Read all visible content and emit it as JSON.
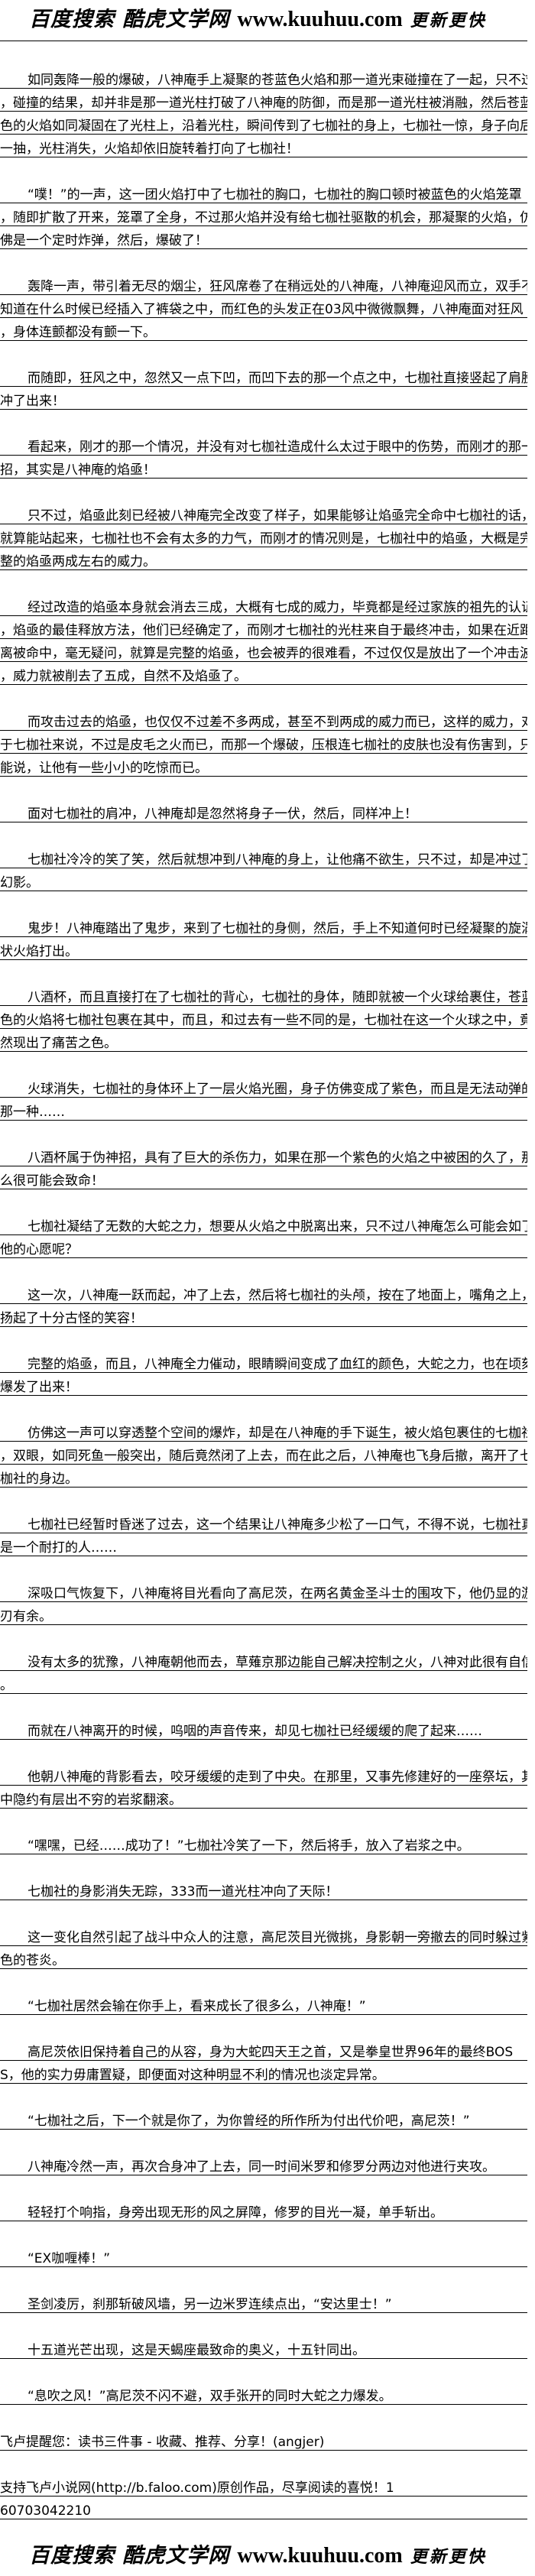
{
  "banner": {
    "site_name": "百度搜索 酷虎文学网",
    "url": "www.kuuhuu.com",
    "slogan": "更新更快"
  },
  "paragraphs": [
    {
      "indent": true,
      "lines": [
        "如同轰降一般的爆破，八神庵手上凝聚的苍蓝色火焰和那一道光束碰撞在了一起，只不过",
        "，碰撞的结果，却并非是那一道光柱打破了八神庵的防御，而是那一道光柱被消融，然后苍蓝",
        "色的火焰如同凝固在了光柱上，沿着光柱，瞬间传到了七枷社的身上，七枷社一惊，身子向后",
        "一抽，光柱消失，火焰却依旧旋转着打向了七枷社！"
      ]
    },
    {
      "indent": true,
      "lines": [
        "“噗！”的一声，这一团火焰打中了七枷社的胸口，七枷社的胸口顿时被蓝色的火焰笼罩",
        "，随即扩散了开来，笼罩了全身，不过那火焰并没有给七枷社驱散的机会，那凝聚的火焰，仿",
        "佛是一个定时炸弹，然后，爆破了！"
      ]
    },
    {
      "indent": true,
      "lines": [
        "轰降一声，带引着无尽的烟尘，狂风席卷了在稍远处的八神庵，八神庵迎风而立，双手不",
        "知道在什么时候已经插入了裤袋之中，而红色的头发正在03风中微微飘舞，八神庵面对狂风",
        "，身体连颤都没有颤一下。"
      ]
    },
    {
      "indent": true,
      "lines": [
        "而随即，狂风之中，忽然又一点下凹，而凹下去的那一个点之中，七枷社直接竖起了肩膀",
        "冲了出来！"
      ]
    },
    {
      "indent": true,
      "lines": [
        "看起来，刚才的那一个情况，并没有对七枷社造成什么太过于眼中的伤势，而刚才的那一",
        "招，其实是八神庵的焰亟！"
      ]
    },
    {
      "indent": true,
      "lines": [
        "只不过，焰亟此刻已经被八神庵完全改变了样子，如果能够让焰亟完全命中七枷社的话，",
        "就算能站起来，七枷社也不会有太多的力气，而刚才的情况则是，七枷社中的焰亟，大概是完",
        "整的焰亟两成左右的威力。"
      ]
    },
    {
      "indent": true,
      "lines": [
        "经过改造的焰亟本身就会消去三成，大概有七成的威力，毕竟都是经过家族的祖先的认证",
        "，焰亟的最佳释放方法，他们已经确定了，而刚才七枷社的光柱来自于最终冲击，如果在近距",
        "离被命中，毫无疑问，就算是完整的焰亟，也会被弄的很难看，不过仅仅是放出了一个冲击波",
        "，威力就被削去了五成，自然不及焰亟了。"
      ]
    },
    {
      "indent": true,
      "lines": [
        "而攻击过去的焰亟，也仅仅不过差不多两成，甚至不到两成的威力而已，这样的威力，对",
        "于七枷社来说，不过是皮毛之火而已，而那一个爆破，压根连七枷社的皮肤也没有伤害到，只",
        "能说，让他有一些小小的吃惊而已。"
      ]
    },
    {
      "indent": true,
      "lines": [
        "面对七枷社的肩冲，八神庵却是忽然将身子一伏，然后，同样冲上！"
      ]
    },
    {
      "indent": true,
      "lines": [
        "七枷社冷冷的笑了笑，然后就想冲到八神庵的身上，让他痛不欲生，只不过，却是冲过了",
        "幻影。"
      ]
    },
    {
      "indent": true,
      "lines": [
        "鬼步！八神庵踏出了鬼步，来到了七枷社的身侧，然后，手上不知道何时已经凝聚的旋涡",
        "状火焰打出。"
      ]
    },
    {
      "indent": true,
      "lines": [
        "八酒杯，而且直接打在了七枷社的背心，七枷社的身体，随即就被一个火球给裹住，苍蓝",
        "色的火焰将七枷社包裹在其中，而且，和过去有一些不同的是，七枷社在这一个火球之中，竟",
        "然现出了痛苦之色。"
      ]
    },
    {
      "indent": true,
      "lines": [
        "火球消失，七枷社的身体环上了一层火焰光圈，身子仿佛变成了紫色，而且是无法动弹的",
        "那一种……"
      ]
    },
    {
      "indent": true,
      "lines": [
        "八酒杯属于伪神招，具有了巨大的杀伤力，如果在那一个紫色的火焰之中被困的久了，那",
        "么很可能会致命！"
      ]
    },
    {
      "indent": true,
      "lines": [
        "七枷社凝结了无数的大蛇之力，想要从火焰之中脱离出来，只不过八神庵怎么可能会如了",
        "他的心愿呢？"
      ]
    },
    {
      "indent": true,
      "lines": [
        "这一次，八神庵一跃而起，冲了上去，然后将七枷社的头颅，按在了地面上，嘴角之上，",
        "扬起了十分古怪的笑容！"
      ]
    },
    {
      "indent": true,
      "lines": [
        "完整的焰亟，而且，八神庵全力催动，眼睛瞬间变成了血红的颜色，大蛇之力，也在顷刻",
        "爆发了出来！"
      ]
    },
    {
      "indent": true,
      "lines": [
        "仿佛这一声可以穿透整个空间的爆炸，却是在八神庵的手下诞生，被火焰包裹住的七枷社",
        "，双眼，如同死鱼一般突出，随后竟然闭了上去，而在此之后，八神庵也飞身后撤，离开了七",
        "枷社的身边。"
      ]
    },
    {
      "indent": true,
      "lines": [
        "七枷社已经暂时昏迷了过去，这一个结果让八神庵多少松了一口气，不得不说，七枷社真",
        "是一个耐打的人……"
      ]
    },
    {
      "indent": true,
      "lines": [
        "深吸口气恢复下，八神庵将目光看向了高尼茨，在两名黄金圣斗士的围攻下，他仍显的游",
        "刃有余。"
      ]
    },
    {
      "indent": true,
      "lines": [
        "没有太多的犹豫，八神庵朝他而去，草薙京那边能自己解决控制之火，八神对此很有自信",
        "。"
      ]
    },
    {
      "indent": true,
      "lines": [
        "而就在八神离开的时候，呜咽的声音传来，却见七枷社已经缓缓的爬了起来……"
      ]
    },
    {
      "indent": true,
      "lines": [
        "他朝八神庵的背影看去，咬牙缓缓的走到了中央。在那里，又事先修建好的一座祭坛，其",
        "中隐约有层出不穷的岩浆翻滚。"
      ]
    },
    {
      "indent": true,
      "lines": [
        "“嘿嘿，已经……成功了！”七枷社冷笑了一下，然后将手，放入了岩浆之中。"
      ]
    },
    {
      "indent": true,
      "lines": [
        "七枷社的身影消失无踪，333而一道光柱冲向了天际！"
      ]
    },
    {
      "indent": true,
      "lines": [
        "这一变化自然引起了战斗中众人的注意，高尼茨目光微挑，身影朝一旁撤去的同时躲过紫",
        "色的苍炎。"
      ]
    },
    {
      "indent": true,
      "lines": [
        "“七枷社居然会输在你手上，看来成长了很多么，八神庵！”"
      ]
    },
    {
      "indent": true,
      "lines": [
        "高尼茨依旧保持着自己的从容，身为大蛇四天王之首，又是拳皇世界96年的最终BOS",
        "S，他的实力毋庸置疑，即便面对这种明显不利的情况也淡定异常。"
      ]
    },
    {
      "indent": true,
      "lines": [
        "“七枷社之后，下一个就是你了，为你曾经的所作所为付出代价吧，高尼茨！”"
      ]
    },
    {
      "indent": true,
      "lines": [
        "八神庵冷然一声，再次合身冲了上去，同一时间米罗和修罗分两边对他进行夹攻。"
      ]
    },
    {
      "indent": true,
      "lines": [
        "轻轻打个响指，身旁出现无形的风之屏障，修罗的目光一凝，单手斩出。"
      ]
    },
    {
      "indent": true,
      "lines": [
        "“EX咖喱棒！”"
      ]
    },
    {
      "indent": true,
      "lines": [
        "圣剑凌厉，刹那斩破风墙，另一边米罗连续点出，“安达里士！”"
      ]
    },
    {
      "indent": true,
      "lines": [
        "十五道光芒出现，这是天蝎座最致命的奥义，十五针同出。"
      ]
    },
    {
      "indent": true,
      "lines": [
        "“息吹之风！”高尼茨不闪不避，双手张开的同时大蛇之力爆发。"
      ]
    },
    {
      "indent": false,
      "lines": [
        "飞卢提醒您：读书三件事 - 收藏、推荐、分享！(angjer)"
      ]
    },
    {
      "indent": false,
      "lines": [
        "支持飞卢小说网(http://b.faloo.com)原创作品，尽享阅读的喜悦！1",
        "60703042210"
      ]
    }
  ]
}
